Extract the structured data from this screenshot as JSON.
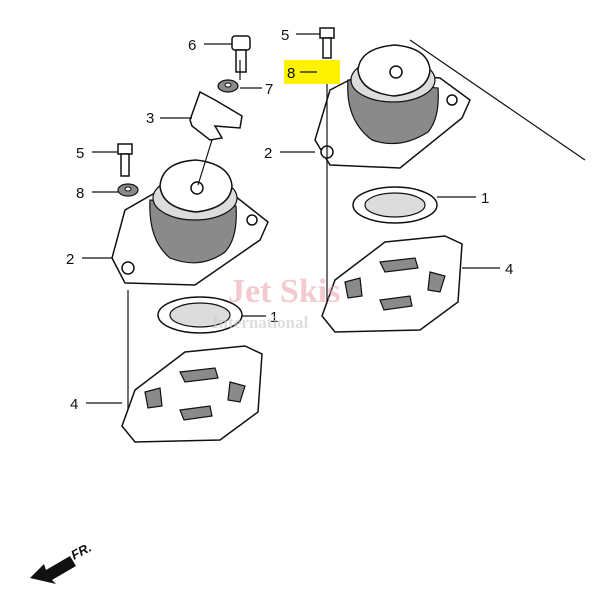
{
  "watermark": {
    "brand": "Jet Skis",
    "sub": "International"
  },
  "direction_label": "FR.",
  "highlight_color": "#fff200",
  "callouts": {
    "c6": "6",
    "c7": "7",
    "c3": "3",
    "c5_left": "5",
    "c8_left": "8",
    "c2_left": "2",
    "c1_left": "1",
    "c4_left": "4",
    "c5_right": "5",
    "c8_right": "8",
    "c2_right": "2",
    "c1_right": "1",
    "c4_right": "4"
  }
}
